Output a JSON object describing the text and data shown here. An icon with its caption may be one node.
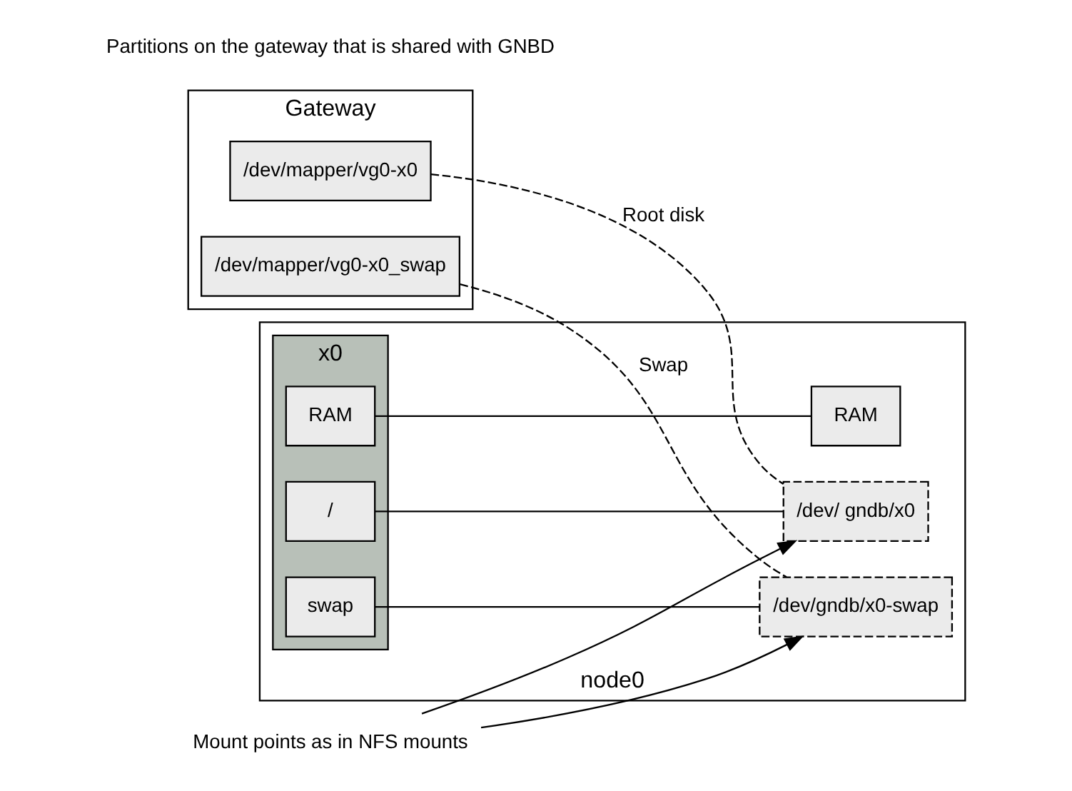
{
  "diagram": {
    "nodes": [
      {
        "text": [
          "Gateway"
        ]
      },
      {
        "text": [
          "/dev/mapper/vg0-x0"
        ],
        "in": 0
      },
      {
        "text": [
          "/dev/mapper/vg0-x0_swap"
        ],
        "in": 0
      },
      {
        "text": [
          "node0"
        ]
      },
      {
        "text": [
          "x0"
        ],
        "in": 3
      },
      {
        "text": [
          "/"
        ],
        "in": 4
      },
      {
        "text": [
          "swap"
        ],
        "in": 4
      },
      {
        "text": [
          "RAM"
        ],
        "in": 4
      },
      {
        "text": [
          "/dev/ gndb/x0"
        ],
        "in": 3
      },
      {
        "text": [
          "/dev/gndb/x0-swap"
        ],
        "in": 3
      },
      {
        "text": [
          "RAM"
        ],
        "in": 3
      },
      {
        "text": [
          "Mount points as in NFS mounts"
        ]
      }
    ],
    "edges": [
      {
        "from": 1,
        "to": 8,
        "arrow": "none",
        "style": "dashed",
        "label": "Root disk"
      },
      {
        "from": 2,
        "to": 9,
        "arrow": "none",
        "style": "dashed",
        "label": "Swap"
      },
      {
        "from": 5,
        "to": 8,
        "arrow": "none"
      },
      {
        "from": 6,
        "to": 9,
        "arrow": "none"
      },
      {
        "from": 7,
        "to": 10,
        "arrow": "none"
      },
      {
        "from": 11,
        "to": 8,
        "arrow": "to"
      },
      {
        "from": 11,
        "to": 9,
        "arrow": "to"
      }
    ],
    "labels": [
      "Partitions on the gateway that is shared with GNBD"
    ]
  }
}
